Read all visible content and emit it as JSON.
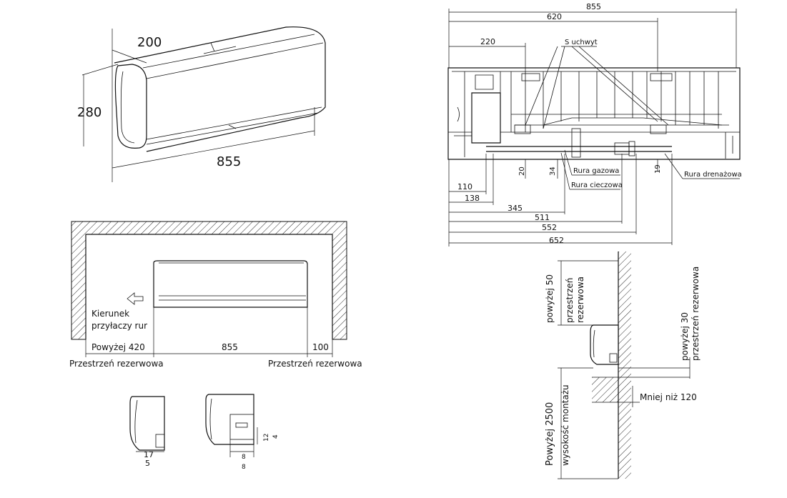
{
  "iso_view": {
    "depth": "200",
    "height": "280",
    "width": "855"
  },
  "front_view": {
    "top_total": "855",
    "top_620": "620",
    "top_220": "220",
    "bracket_label": "S uchwyt",
    "pipes": {
      "gas": "Rura gazowa",
      "liquid": "Rura cieczowa",
      "drain": "Rura drenażowa"
    },
    "small_dims": {
      "d20": "20",
      "d34": "34",
      "d19": "19"
    },
    "bottom_dims": [
      "110",
      "138",
      "345",
      "511",
      "552",
      "652"
    ]
  },
  "clearance_top": {
    "direction_line1": "Kierunek",
    "direction_line2": "przyłaczy rur",
    "left_value": "Powyżej 420",
    "center_value": "855",
    "right_value": "100",
    "left_caption": "Przestrzeń rezerwowa",
    "right_caption": "Przestrzeń rezerwowa"
  },
  "side_clearance": {
    "top_line1": "powyżej 50",
    "top_line2": "przestrzeń",
    "top_line3": "rezerwowa",
    "right_line1": "powyżej 30",
    "right_line2": "przestrzeń rezerwowa",
    "height_line1": "Powyżej 2500",
    "height_line2": "wysokość montażu",
    "floor_value": "Mniej niż 120"
  },
  "side_details": {
    "left_a": "17",
    "left_b": "5",
    "right_a": "12",
    "right_b": "4",
    "right_c": "8",
    "right_d": "8"
  }
}
